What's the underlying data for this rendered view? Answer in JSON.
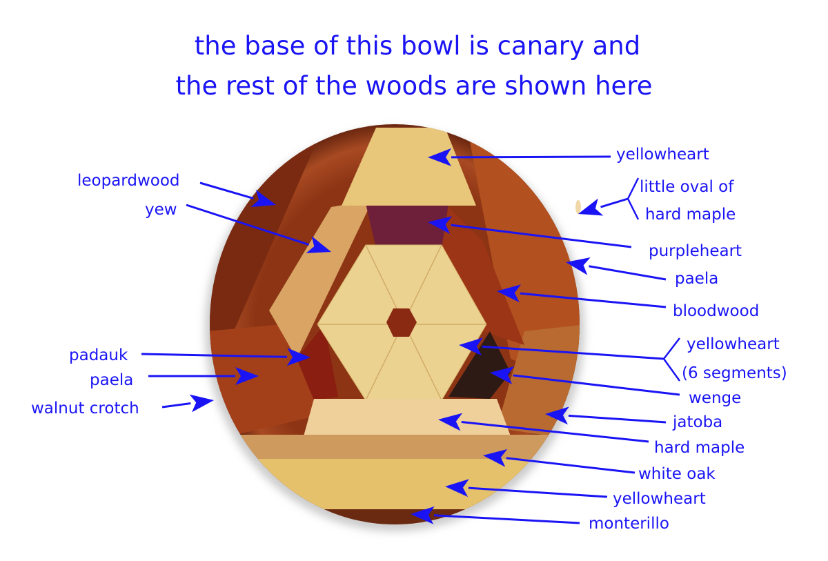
{
  "title": {
    "line1": "the base of this bowl is canary and",
    "line2": "the rest of the woods are shown here"
  },
  "colors": {
    "label": "#1a14f5",
    "arrow": "#1a14f5"
  },
  "labels": [
    {
      "id": "yellowheart-top",
      "text": "yellowheart"
    },
    {
      "id": "leopardwood",
      "text": "leopardwood"
    },
    {
      "id": "yew",
      "text": "yew"
    },
    {
      "id": "little-oval-1",
      "text": "little oval of"
    },
    {
      "id": "little-oval-2",
      "text": "hard maple"
    },
    {
      "id": "purpleheart",
      "text": "purpleheart"
    },
    {
      "id": "paela-right",
      "text": "paela"
    },
    {
      "id": "bloodwood",
      "text": "bloodwood"
    },
    {
      "id": "yellowheart-6-1",
      "text": "yellowheart"
    },
    {
      "id": "yellowheart-6-2",
      "text": "(6 segments)"
    },
    {
      "id": "padauk",
      "text": "padauk"
    },
    {
      "id": "paela-left",
      "text": "paela"
    },
    {
      "id": "walnut-crotch",
      "text": "walnut crotch"
    },
    {
      "id": "wenge",
      "text": "wenge"
    },
    {
      "id": "jatoba",
      "text": "jatoba"
    },
    {
      "id": "hard-maple",
      "text": "hard maple"
    },
    {
      "id": "white-oak",
      "text": "white oak"
    },
    {
      "id": "yellowheart-bottom",
      "text": "yellowheart"
    },
    {
      "id": "monterillo",
      "text": "monterillo"
    }
  ]
}
